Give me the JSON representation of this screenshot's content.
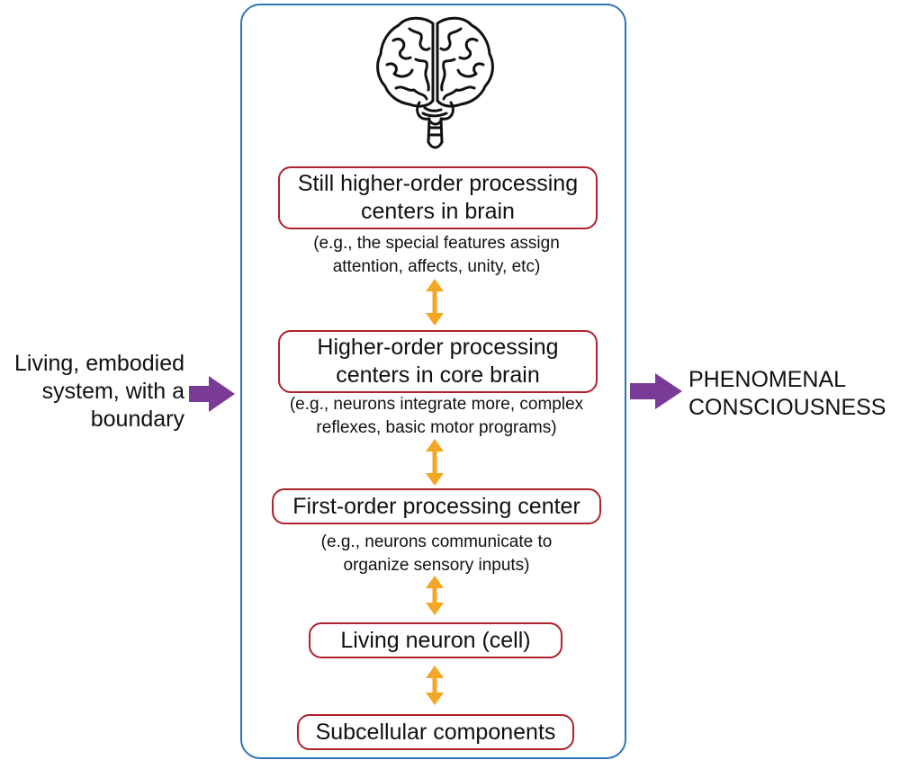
{
  "input_label": "Living, embodied system, with a boundary",
  "output_label": "PHENOMENAL CONSCIOUSNESS",
  "levels": [
    {
      "title": "Still higher-order processing centers in brain",
      "caption": "(e.g., the special features assign attention, affects, unity, etc)"
    },
    {
      "title": "Higher-order processing centers in core brain",
      "caption": "(e.g., neurons integrate more, complex reflexes, basic motor programs)"
    },
    {
      "title": "First-order processing center",
      "caption": "(e.g., neurons communicate to organize sensory inputs)"
    },
    {
      "title": "Living neuron (cell)"
    },
    {
      "title": "Subcellular components"
    }
  ],
  "icons": {
    "brain": "brain-icon"
  },
  "colors": {
    "container_border": "#2e74b5",
    "node_border": "#b0212e",
    "flow_arrow": "#7a3b96",
    "link_arrow": "#f5a623"
  }
}
